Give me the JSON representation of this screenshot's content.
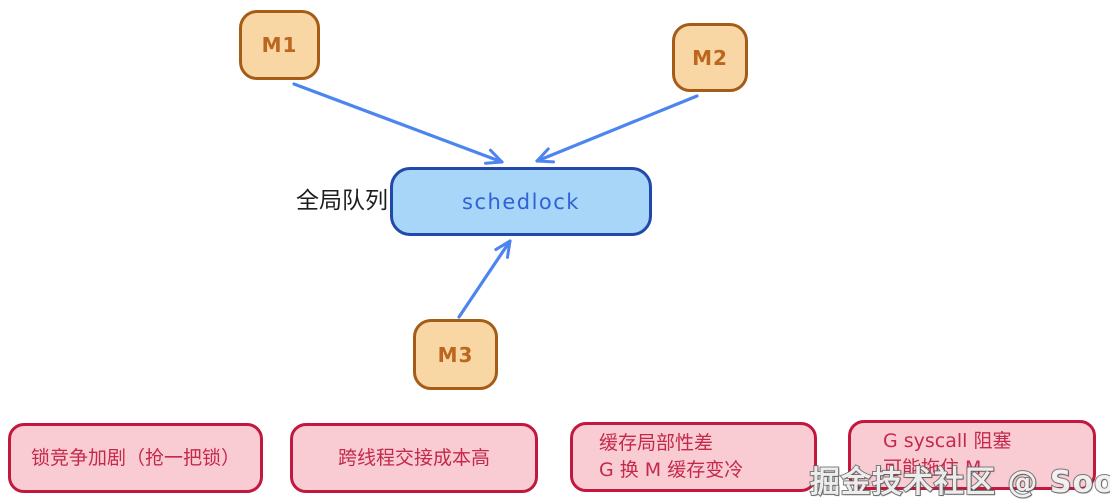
{
  "diagram": {
    "queue_label": "全局队列",
    "nodes": {
      "m1": {
        "label": "M1"
      },
      "m2": {
        "label": "M2"
      },
      "m3": {
        "label": "M3"
      },
      "sched": {
        "label": "schedlock"
      }
    },
    "issues": [
      {
        "line1": "锁竞争加剧（抢一把锁）",
        "line2": ""
      },
      {
        "line1": "跨线程交接成本高",
        "line2": ""
      },
      {
        "line1": "缓存局部性差",
        "line2": "G 换 M 缓存变冷"
      },
      {
        "line1": "G syscall 阻塞",
        "line2": "可能拖住 M"
      }
    ],
    "colors": {
      "node_fill": "#F8D7A5",
      "node_border": "#A55C16",
      "node_text": "#BC661F",
      "sched_fill": "#A8D6F8",
      "sched_border": "#2248AC",
      "sched_text": "#3161D6",
      "issue_fill": "#F9CCD3",
      "issue_border": "#C2173E",
      "issue_text": "#C4294B",
      "arrow": "#4C85F0",
      "label_text": "#1E1E1E"
    }
  },
  "watermark": {
    "text": "掘金技术社区 @ Soofjan"
  }
}
